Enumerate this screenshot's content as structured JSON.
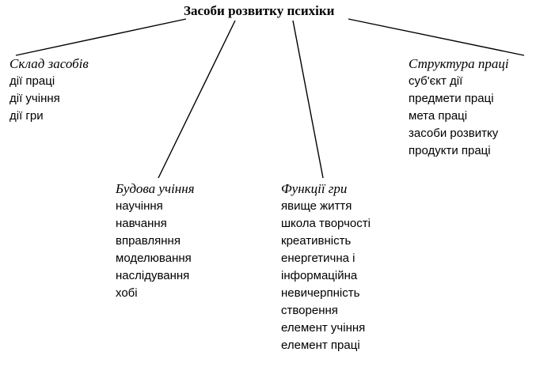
{
  "title": "Засоби розвитку психіки",
  "branches": [
    {
      "heading": "Склад засобів",
      "items": [
        "дії праці",
        "дії учіння",
        "дії гри"
      ]
    },
    {
      "heading": "Будова учіння",
      "items": [
        "научіння",
        "навчання",
        "вправляння",
        "моделювання",
        "наслідування",
        "хобі"
      ]
    },
    {
      "heading": "Функції гри",
      "items": [
        "явище життя",
        "школа творчості",
        "креативність",
        "енергетична і",
        "інформаційна",
        "невичерпність",
        "створення",
        "елемент учіння",
        "елемент праці"
      ]
    },
    {
      "heading": "Структура праці",
      "items": [
        "суб'єкт дії",
        "предмети праці",
        "мета праці",
        "засоби розвитку",
        "продукти праці"
      ]
    }
  ],
  "colors": {
    "ink": "#000000",
    "background": "#ffffff"
  }
}
